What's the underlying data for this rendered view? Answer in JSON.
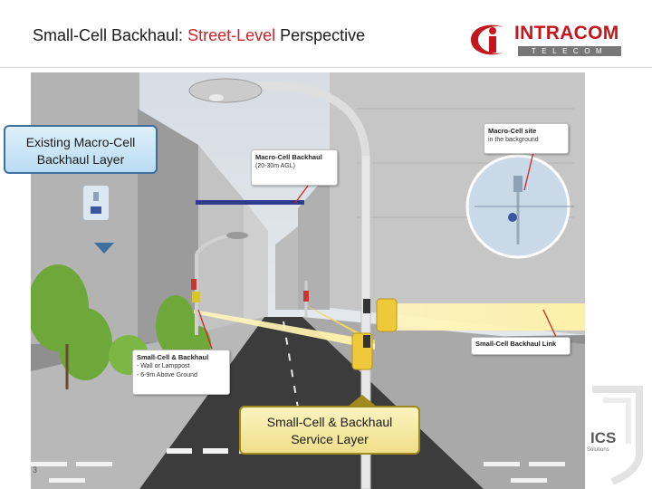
{
  "title": {
    "part1": "Small-Cell Backhaul: ",
    "part2": "Street-Level",
    "part3": " Perspective"
  },
  "logo": {
    "word": "INTRACOM",
    "sub": "TELECOM"
  },
  "callouts": {
    "macro": {
      "line1": "Existing Macro-Cell",
      "line2": "Backhaul Layer"
    },
    "small": {
      "line1": "Small-Cell & Backhaul",
      "line2": "Service Layer"
    }
  },
  "labels": {
    "macro_backhaul": {
      "title": "Macro-Cell Backhaul",
      "sub": "(20-30m AGL)"
    },
    "macro_site": {
      "title": "Macro-Cell site",
      "sub": "in the background"
    },
    "small_link": {
      "title": "Small-Cell Backhaul Link"
    },
    "small_cell": {
      "title": "Small-Cell & Backhaul",
      "line1": "- Wall or Lamppost",
      "line2": "- 6-9m Above Ground"
    }
  },
  "side_brand": {
    "text": "ICS",
    "sub": "Solutions"
  },
  "page_number": "3",
  "colors": {
    "accent_red": "#cc2229",
    "callout_blue": "#3f6f9e",
    "callout_yellow": "#f0df8a",
    "beam_yellow": "#fff2a8"
  }
}
